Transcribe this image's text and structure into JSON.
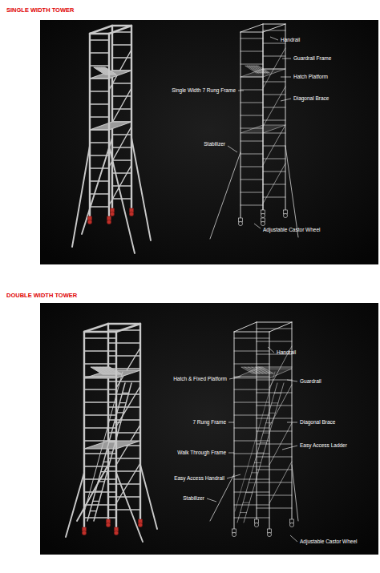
{
  "diagram": {
    "labels": [
      "SINGLE WIDTH TOWER",
      "Handrail",
      "Guardrail Frame",
      "Hatch Platform",
      "Single Width 7 Rung Frame",
      "Diagonal Brace",
      "Stabilizer",
      "Adjustable Castor Wheel",
      "DOUBLE WIDTH TOWER",
      "Handrail",
      "Hatch & Fixed Platform",
      "Guardrail",
      "7 Rung Frame",
      "Walk Through Frame",
      "Diagonal Brace",
      "Easy Access Ladder",
      "Easy Access Handrail",
      "Stabilizer",
      "Adjustable Castor Wheel"
    ]
  }
}
